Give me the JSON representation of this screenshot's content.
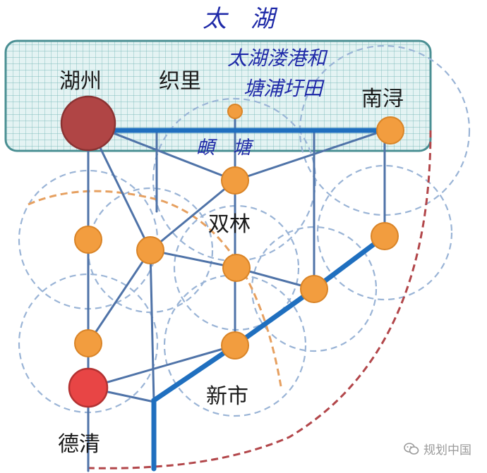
{
  "labels": {
    "lake": "太　湖",
    "huzhou": "湖州",
    "zhili": "织里",
    "polder_line1": "太湖溇港和",
    "polder_line2": "塘浦圩田",
    "nanxun": "南浔",
    "dike": "頔　塘",
    "shuanglin": "双林",
    "xinshi": "新市",
    "deqing": "德清"
  },
  "watermark": "规划中国",
  "colors": {
    "lake_text": "#1f2aa8",
    "grid_fill": "#e4f3f3",
    "grid_line": "#7fbcbc",
    "box_border": "#4a8f93",
    "road_main": "#1f6fbf",
    "road_thin": "#4f73a8",
    "circle_dash": "#9ab4d6",
    "node_orange": "#f29d3f",
    "node_orange_stroke": "#d98427",
    "huzhou_node": "#b04545",
    "deqing_node": "#e84545",
    "arc_orange": "#e6a060",
    "arc_red": "#b2464a"
  }
}
